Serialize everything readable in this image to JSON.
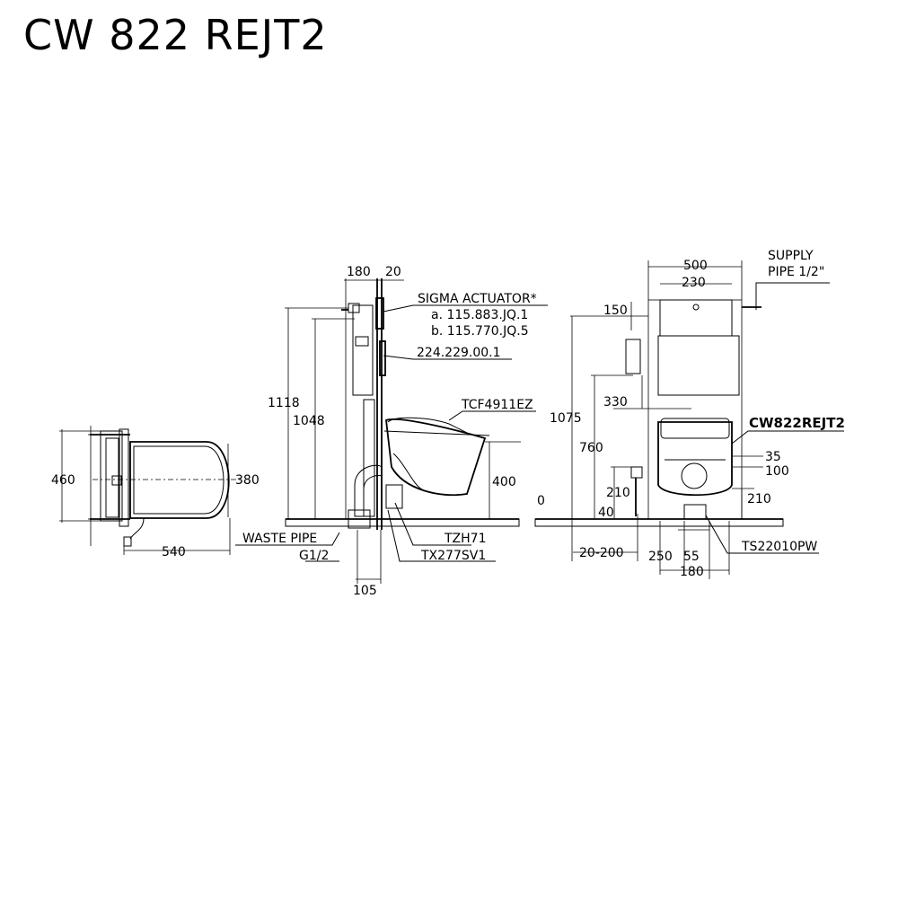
{
  "title": "CW 822 REJT2",
  "plan_view": {
    "dims": {
      "width_total": "460",
      "seat_width": "380",
      "depth": "540"
    }
  },
  "side_view": {
    "dims": {
      "frame_depth": "180",
      "wall_gap": "20",
      "height_total": "1118",
      "height_frame": "1048",
      "seat_height": "400",
      "waste_offset": "105"
    },
    "labels": {
      "actuator_title": "SIGMA ACTUATOR*",
      "actuator_a": "a. 115.883.JQ.1",
      "actuator_b": "b. 115.770.JQ.5",
      "frame_part": "224.229.00.1",
      "seat_part": "TCF4911EZ",
      "waste_pipe": "WASTE PIPE",
      "waste_thread": "G1/2",
      "part_tzh": "TZH71",
      "part_tx": "TX277SV1"
    }
  },
  "front_view": {
    "dims": {
      "frame_width": "500",
      "tank_width": "230",
      "top_offset": "150",
      "height_total": "1075",
      "remote_height": "330",
      "remote_base": "760",
      "socket_height": "210",
      "floor_offset": "40",
      "zero": "0",
      "floor_range": "20-200",
      "bowl_offset_35": "35",
      "bowl_offset_100": "100",
      "right_210": "210",
      "inlet_250": "250",
      "inlet_55": "55",
      "inlet_180": "180"
    },
    "labels": {
      "supply_line1": "SUPPLY",
      "supply_line2": "PIPE 1/2\"",
      "model": "CW822REJT2",
      "part_ts": "TS22010PW"
    }
  }
}
